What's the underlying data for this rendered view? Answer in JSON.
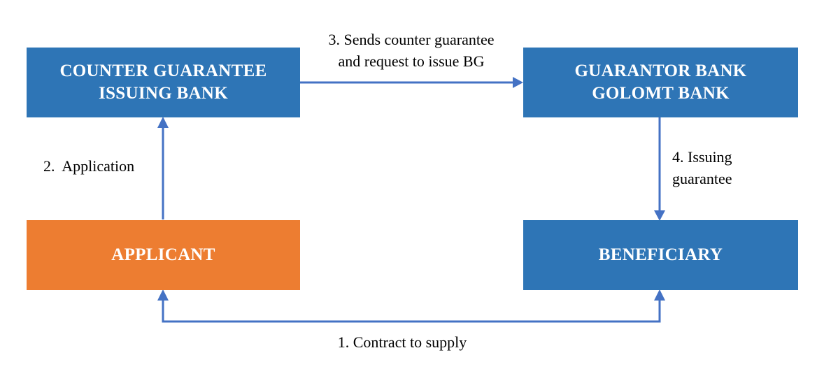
{
  "diagram": {
    "colors": {
      "box_blue": "#2E75B6",
      "box_orange": "#ED7D31",
      "arrow_blue": "#4472C4",
      "label_text": "#000000",
      "box_text": "#FFFFFF",
      "background": "#FFFFFF"
    },
    "boxes": [
      {
        "id": "counter-guarantee-issuing-bank",
        "color": "#2E75B6",
        "lines": [
          "COUNTER GUARANTEE",
          "ISSUING BANK"
        ]
      },
      {
        "id": "guarantor-bank",
        "color": "#2E75B6",
        "lines": [
          "GUARANTOR BANK",
          "GOLOMT BANK"
        ]
      },
      {
        "id": "applicant",
        "color": "#ED7D31",
        "lines": [
          "APPLICANT"
        ]
      },
      {
        "id": "beneficiary",
        "color": "#2E75B6",
        "lines": [
          "BENEFICIARY"
        ]
      }
    ],
    "arrows": [
      {
        "id": "contract-to-supply",
        "from": "applicant",
        "to": "beneficiary",
        "direction": "both",
        "label": "1. Contract to supply"
      },
      {
        "id": "application",
        "from": "applicant",
        "to": "counter-guarantee-issuing-bank",
        "direction": "up",
        "label": "2.  Application"
      },
      {
        "id": "send-counter-guarantee",
        "from": "counter-guarantee-issuing-bank",
        "to": "guarantor-bank",
        "direction": "right",
        "lines": [
          "3. Sends counter guarantee",
          "and request to issue BG"
        ]
      },
      {
        "id": "issuing-guarantee",
        "from": "guarantor-bank",
        "to": "beneficiary",
        "direction": "down",
        "lines": [
          "4. Issuing",
          "guarantee"
        ]
      }
    ]
  }
}
